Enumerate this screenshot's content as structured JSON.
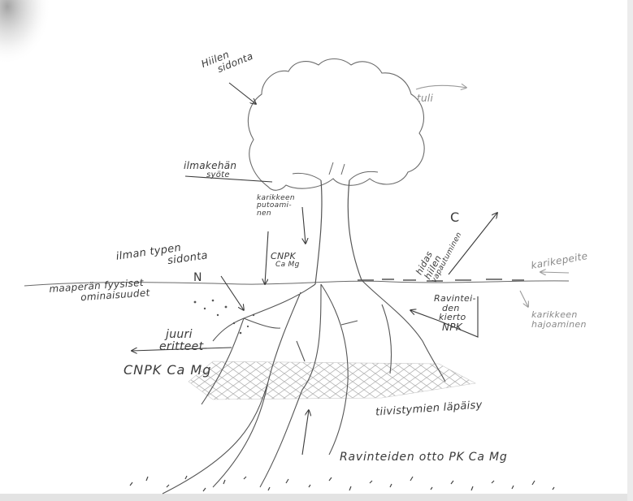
{
  "labels": {
    "hiilen_sidonta": [
      "Hiilen",
      "sidonta"
    ],
    "tuli": "tuli",
    "ilmakehan_syote": [
      "ilmakehän",
      "syöte"
    ],
    "karikkeen_putoaminen": [
      "karikkeen",
      "putoami-",
      "nen"
    ],
    "cnpk_top": [
      "CNPK",
      "Ca Mg"
    ],
    "c_letter": "C",
    "hidas_hiilen_vapautuminen": [
      "hidas",
      "hiilen",
      "vapautuminen"
    ],
    "karikepeite": "karikepeite",
    "ilmantypen_sidonta": [
      "ilman typen",
      "sidonta"
    ],
    "n_letter": "N",
    "maaperan_ominaisuudet": [
      "maaperän fyysiset",
      "ominaisuudet"
    ],
    "ravinteiden_kierto": [
      "Ravintei-",
      "den",
      "kierto",
      "NPK"
    ],
    "karikkeen_hajoaminen": [
      "karikkeen",
      "hajoaminen"
    ],
    "juuri_eritteet": [
      "juuri",
      "eritteet"
    ],
    "cnpk_root": "CNPK Ca Mg",
    "tiivistymien_lapaisy": "tiivistymien läpäisy",
    "ravinteiden_otto": "Ravinteiden otto PK Ca Mg"
  }
}
